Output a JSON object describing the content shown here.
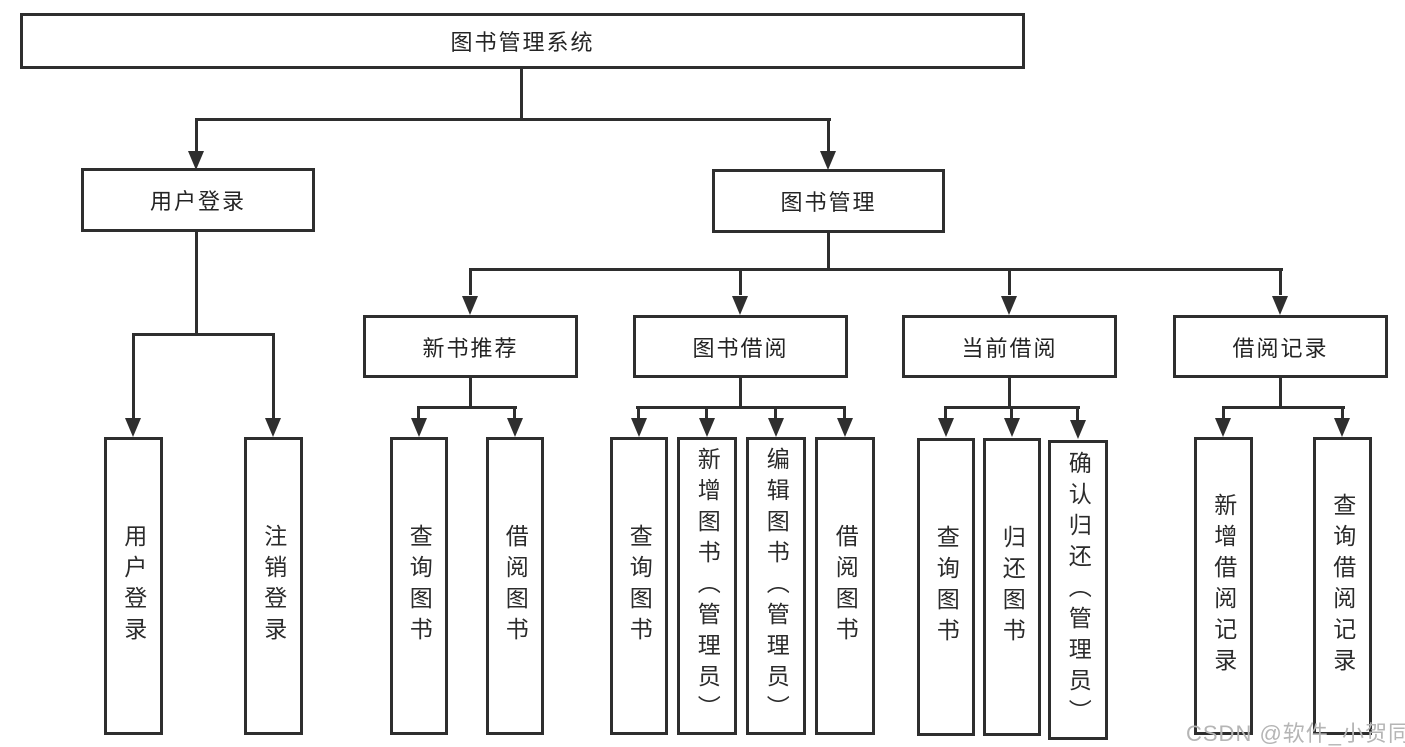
{
  "colors": {
    "line": "#2e2e2e",
    "box_border": "#2e2e2e",
    "text": "#242424",
    "watermark": "#b5b5b5",
    "background": "#ffffff"
  },
  "watermark": {
    "text": "CSDN @软件_小贺同学"
  },
  "tree": {
    "root": {
      "label": "图书管理系统"
    },
    "branches": [
      {
        "label": "用户登录",
        "children": [
          {
            "label": "用户登录"
          },
          {
            "label": "注销登录"
          }
        ]
      },
      {
        "label": "图书管理",
        "children": [
          {
            "label": "新书推荐",
            "children": [
              {
                "label": "查询图书"
              },
              {
                "label": "借阅图书"
              }
            ]
          },
          {
            "label": "图书借阅",
            "children": [
              {
                "label": "查询图书"
              },
              {
                "label": "新增图书（管理员）"
              },
              {
                "label": "编辑图书（管理员）"
              },
              {
                "label": "借阅图书"
              }
            ]
          },
          {
            "label": "当前借阅",
            "children": [
              {
                "label": "查询图书"
              },
              {
                "label": "归还图书"
              },
              {
                "label": "确认归还（管理员）"
              }
            ]
          },
          {
            "label": "借阅记录",
            "children": [
              {
                "label": "新增借阅记录"
              },
              {
                "label": "查询借阅记录"
              }
            ]
          }
        ]
      }
    ]
  }
}
